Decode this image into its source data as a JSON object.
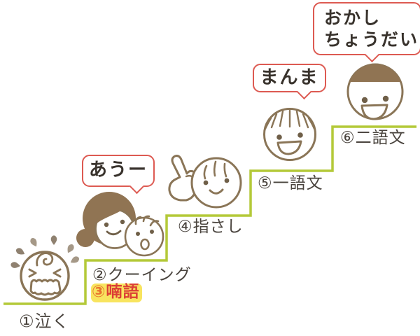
{
  "stages": [
    {
      "number": "①",
      "label": "泣く",
      "full": "①泣く",
      "icon": "crying-baby-icon"
    },
    {
      "number": "②",
      "label": "クーイング",
      "full": "②クーイング",
      "icon": "mother-and-cooing-baby-icon"
    },
    {
      "number": "③",
      "label": "喃語",
      "full": "③喃語",
      "highlighted": true
    },
    {
      "number": "④",
      "label": "指さし",
      "full": "④指さし",
      "icon": "pointing-baby-icon"
    },
    {
      "number": "⑤",
      "label": "一語文",
      "full": "⑤一語文",
      "icon": "one-word-child-icon"
    },
    {
      "number": "⑥",
      "label": "二語文",
      "full": "⑥二語文",
      "icon": "two-word-child-icon"
    }
  ],
  "speech_bubbles": [
    {
      "speaker": "cooing-baby",
      "text": "あうー"
    },
    {
      "speaker": "one-word-child",
      "text": "まんま"
    },
    {
      "speaker": "two-word-child",
      "line1": "おかし",
      "line2": "ちょうだい"
    }
  ],
  "colors": {
    "step_line": "#b4c938",
    "face_outline": "#8a7557",
    "hair_fill": "#907453",
    "tear_gray": "#a59887",
    "tear_brown": "#8f8170",
    "bubble_border": "#dd5a52",
    "bubble_text": "#38322c",
    "label_text": "#4a443e",
    "highlight_bg": "#f8e45f",
    "stage3_number": "#e8732d",
    "stage3_label": "#dc3f35",
    "background": "#ffffff"
  }
}
